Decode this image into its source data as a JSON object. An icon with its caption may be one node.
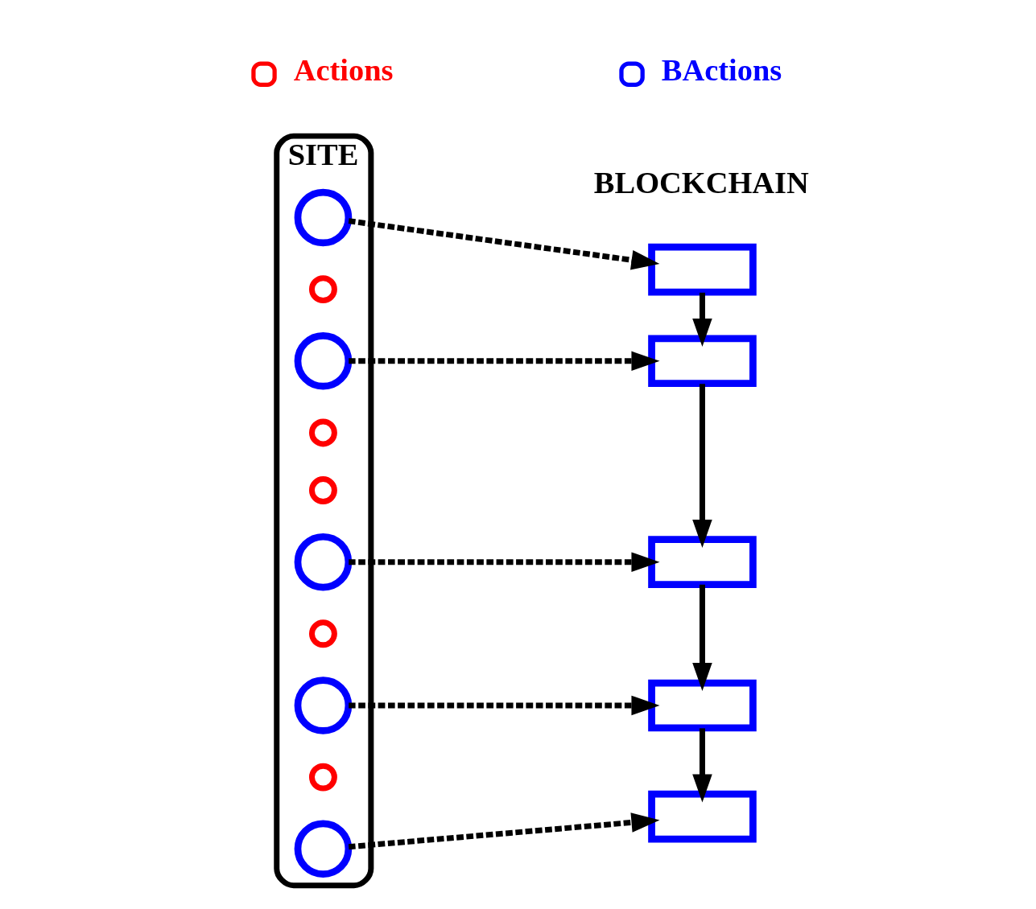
{
  "diagram": {
    "nodes": [
      {
        "text": [
          "SITE"
        ]
      },
      {
        "text": [],
        "shape": "circle",
        "in": 0
      },
      {
        "text": [],
        "shape": "circle",
        "in": 0
      },
      {
        "text": [],
        "shape": "circle",
        "in": 0
      },
      {
        "text": [],
        "shape": "circle",
        "in": 0
      },
      {
        "text": [],
        "shape": "circle",
        "in": 0
      },
      {
        "text": [],
        "shape": "circle",
        "in": 0
      },
      {
        "text": [],
        "shape": "circle",
        "in": 0
      },
      {
        "text": [],
        "shape": "circle",
        "in": 0
      },
      {
        "text": [],
        "shape": "circle",
        "in": 0
      },
      {
        "text": [],
        "shape": "circle",
        "in": 0
      },
      {
        "text": [],
        "shape": "box"
      },
      {
        "text": [],
        "shape": "box"
      },
      {
        "text": [],
        "shape": "box"
      },
      {
        "text": [],
        "shape": "box"
      },
      {
        "text": [],
        "shape": "box"
      }
    ],
    "edges": [
      {
        "from": 1,
        "to": 11,
        "arrow": "to",
        "style": "dashed"
      },
      {
        "from": 3,
        "to": 12,
        "arrow": "to",
        "style": "dashed"
      },
      {
        "from": 6,
        "to": 13,
        "arrow": "to",
        "style": "dashed"
      },
      {
        "from": 8,
        "to": 14,
        "arrow": "to",
        "style": "dashed"
      },
      {
        "from": 10,
        "to": 15,
        "arrow": "to",
        "style": "dashed"
      },
      {
        "from": 11,
        "to": 12,
        "arrow": "to"
      },
      {
        "from": 12,
        "to": 13,
        "arrow": "to"
      },
      {
        "from": 13,
        "to": 14,
        "arrow": "to"
      },
      {
        "from": 14,
        "to": 15,
        "arrow": "to"
      }
    ],
    "labels": [
      "BLOCKCHAIN"
    ],
    "legend": [
      {
        "text": "Actions",
        "color": "#ff0000"
      },
      {
        "text": "BActions",
        "color": "#0000ff"
      }
    ]
  }
}
